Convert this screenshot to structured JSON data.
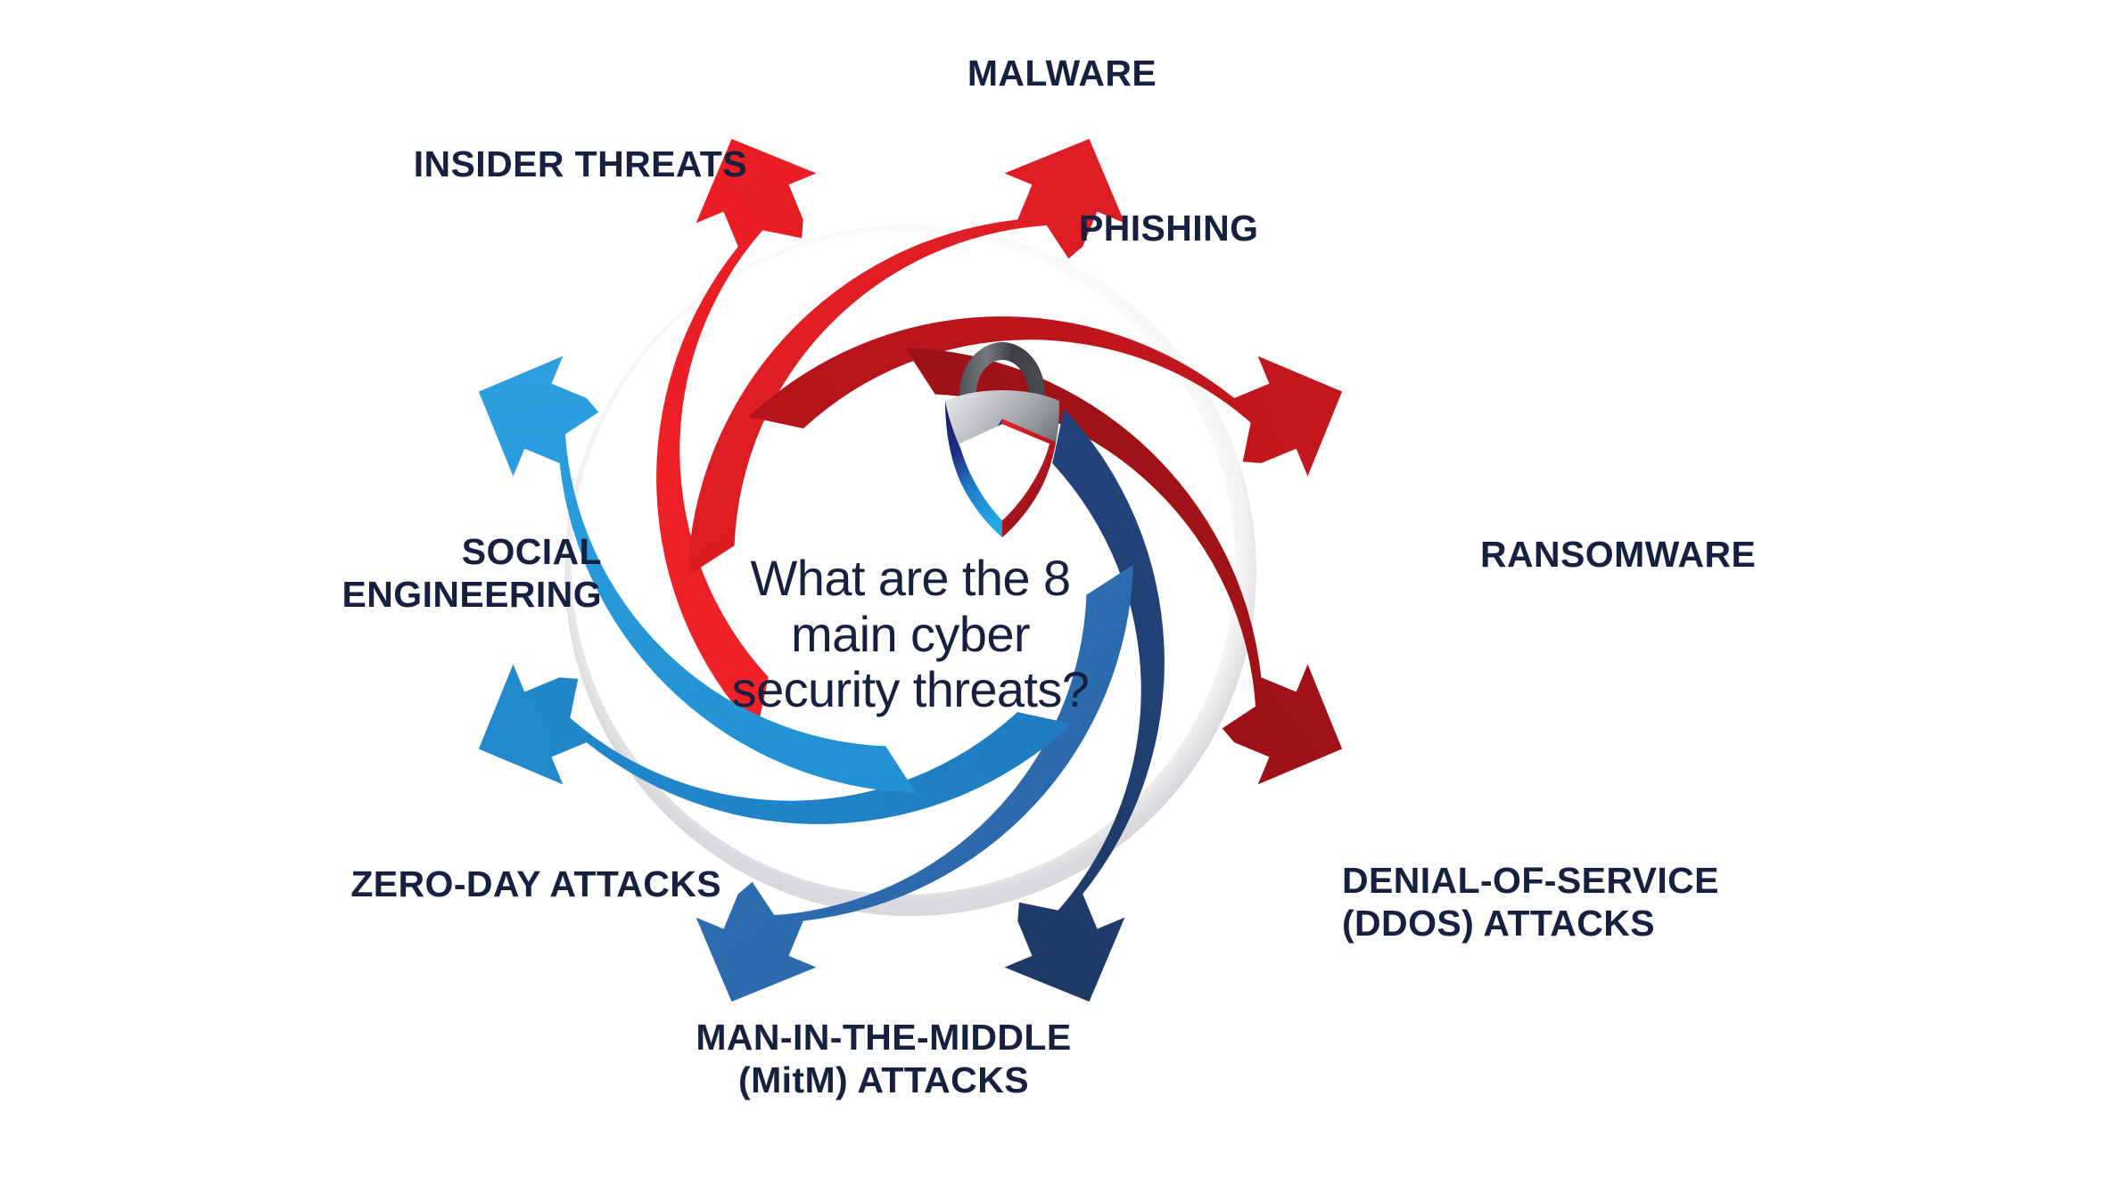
{
  "diagram": {
    "title": "What are the 8 main cyber security threats?",
    "center_question_lines": "What are the 8 main\ncyber security\nthreats?",
    "logo_name": "shield-lock-logo",
    "background_color": "#ffffff",
    "text_color": "#16203f",
    "ring_inner_fill": "#ffffff",
    "segment_count": 8,
    "direction": "clockwise"
  },
  "chart_data": {
    "type": "pie",
    "title": "What are the 8 main cyber security threats?",
    "xlabel": "",
    "ylabel": "",
    "legend_position": "around-ring",
    "grid": false,
    "categories": [
      "MALWARE",
      "PHISHING",
      "RANSOMWARE",
      "DENIAL-OF-SERVICE (DDOS) ATTACKS",
      "MAN-IN-THE-MIDDLE (MitM) ATTACKS",
      "ZERO-DAY ATTACKS",
      "SOCIAL ENGINEERING",
      "INSIDER THREATS"
    ],
    "values": [
      12.5,
      12.5,
      12.5,
      12.5,
      12.5,
      12.5,
      12.5,
      12.5
    ],
    "colors": [
      "#ed1c24",
      "#c8161d",
      "#a21219",
      "#1f3c6e",
      "#2a6aae",
      "#2b86c8",
      "#2095d5",
      "#ed1c24"
    ]
  },
  "segments": [
    {
      "id": "malware",
      "label": "MALWARE",
      "label_lines": "MALWARE",
      "color": "#ed1c24",
      "arrow_direction": "up",
      "position": "top"
    },
    {
      "id": "phishing",
      "label": "PHISHING",
      "label_lines": "PHISHING",
      "color": "#e01f26",
      "arrow_direction": "up-right",
      "position": "top-right"
    },
    {
      "id": "ransomware",
      "label": "RANSOMWARE",
      "label_lines": "RANSOMWARE",
      "color": "#c8161d",
      "arrow_direction": "right",
      "position": "right"
    },
    {
      "id": "ddos",
      "label": "DENIAL-OF-SERVICE (DDOS) ATTACKS",
      "label_lines": "DENIAL-OF-SERVICE\n(DDOS) ATTACKS",
      "color": "#a21219",
      "arrow_direction": "down-right",
      "position": "bottom-right"
    },
    {
      "id": "mitm",
      "label": "MAN-IN-THE-MIDDLE (MitM) ATTACKS",
      "label_lines": "MAN-IN-THE-MIDDLE\n(MitM) ATTACKS",
      "color": "#1f3c6e",
      "arrow_direction": "down",
      "position": "bottom"
    },
    {
      "id": "zero-day",
      "label": "ZERO-DAY ATTACKS",
      "label_lines": "ZERO-DAY ATTACKS",
      "color": "#2a6aae",
      "arrow_direction": "down-left",
      "position": "bottom-left"
    },
    {
      "id": "social-engineering",
      "label": "SOCIAL ENGINEERING",
      "label_lines": "SOCIAL\nENGINEERING",
      "color": "#1f7cc0",
      "arrow_direction": "left",
      "position": "left"
    },
    {
      "id": "insider-threats",
      "label": "INSIDER THREATS",
      "label_lines": "INSIDER THREATS",
      "color": "#2095d5",
      "arrow_direction": "up-left",
      "position": "top-left"
    }
  ]
}
